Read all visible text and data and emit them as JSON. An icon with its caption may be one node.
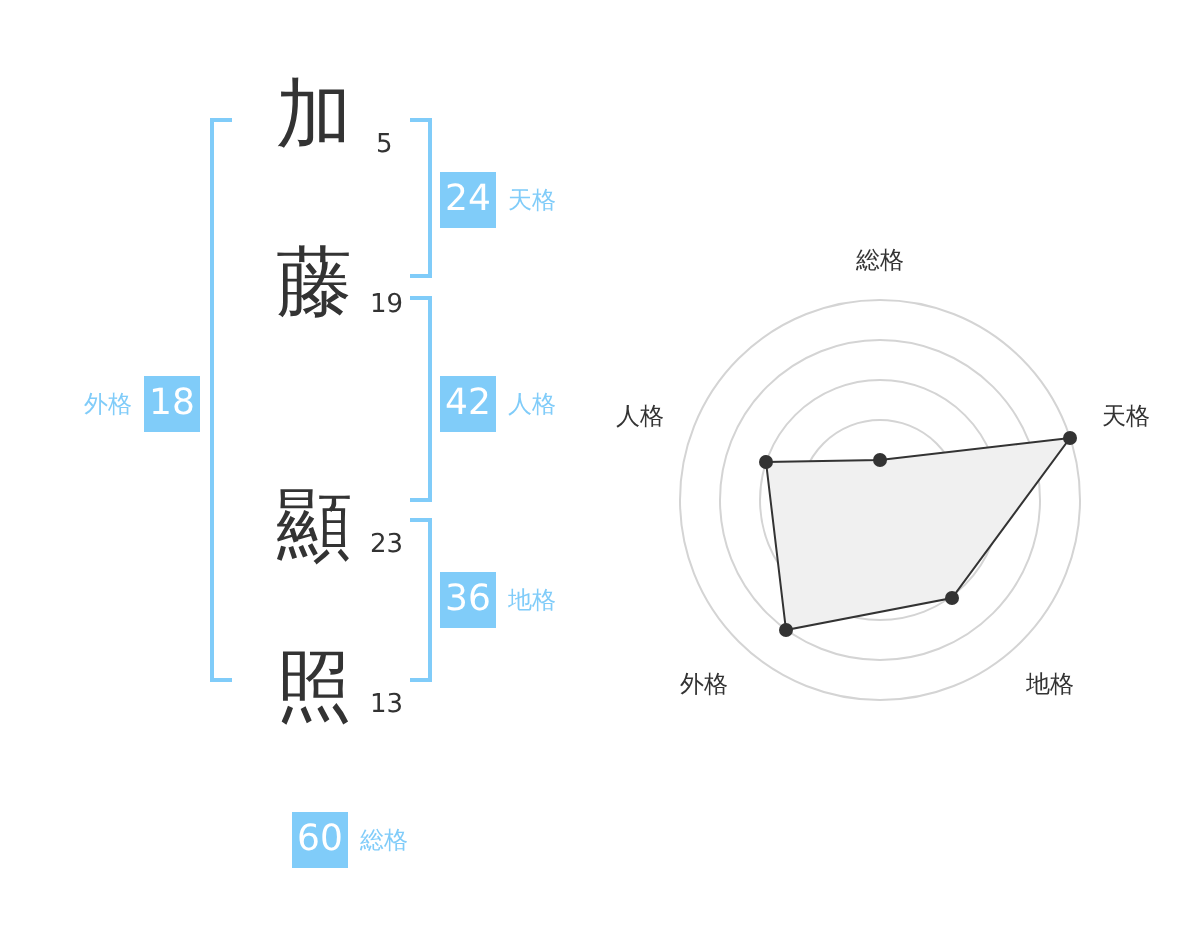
{
  "diagram": {
    "nodes": [
      {
        "text": [
          "24"
        ],
        "beside": [
          "天格"
        ]
      },
      {
        "text": [
          "18"
        ],
        "beside": [
          "外格"
        ]
      },
      {
        "text": [
          "42"
        ],
        "beside": [
          "人格"
        ]
      },
      {
        "text": [
          "36"
        ],
        "beside": [
          "地格"
        ]
      },
      {
        "text": [
          "60"
        ],
        "beside": [
          "総格"
        ]
      }
    ],
    "edges": [],
    "labels": [
      "加",
      "5",
      "藤",
      "19",
      "顯",
      "23",
      "照",
      "13",
      "総格",
      "人格",
      "天格",
      "外格",
      "地格"
    ]
  }
}
